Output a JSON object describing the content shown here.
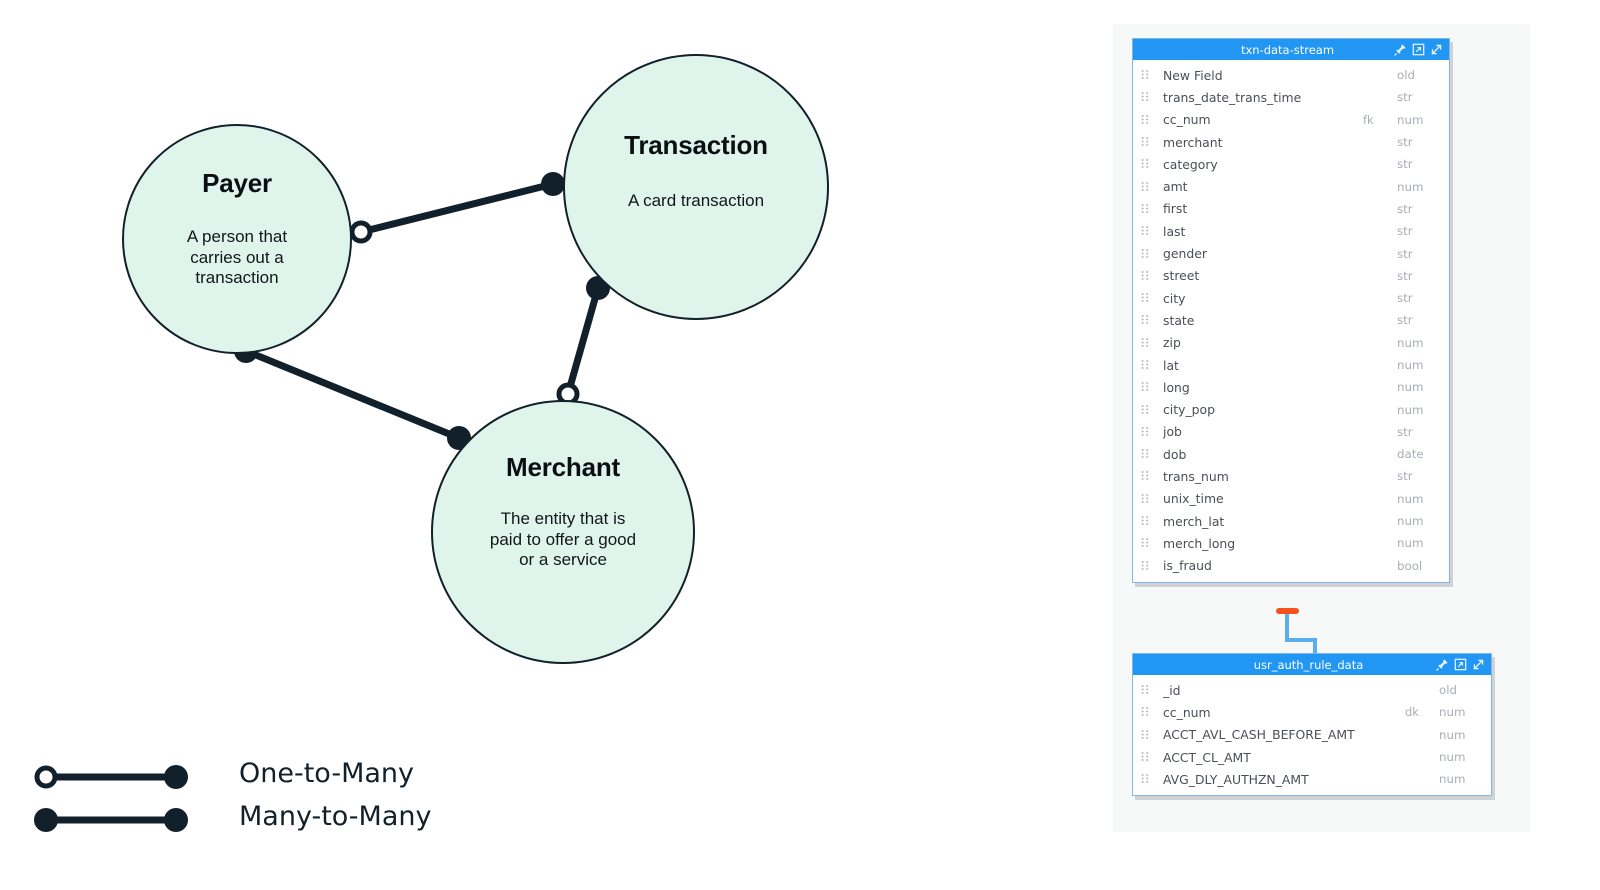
{
  "diagram": {
    "entities": [
      {
        "id": "payer",
        "title": "Payer",
        "description": "A person that carries out a transaction"
      },
      {
        "id": "transaction",
        "title": "Transaction",
        "description": "A card transaction"
      },
      {
        "id": "merchant",
        "title": "Merchant",
        "description": "The entity that is paid to offer a good or a service"
      }
    ],
    "relationships": [
      {
        "from": "payer",
        "to": "transaction",
        "type": "one-to-many"
      },
      {
        "from": "transaction",
        "to": "merchant",
        "type": "one-to-many"
      },
      {
        "from": "payer",
        "to": "merchant",
        "type": "many-to-many"
      }
    ],
    "legend": [
      {
        "label": "One-to-Many",
        "symbol": "hollow-filled"
      },
      {
        "label": "Many-to-Many",
        "symbol": "filled-filled"
      }
    ],
    "colors": {
      "entity_fill": "#dff5ec",
      "entity_stroke": "#12202b",
      "connector": "#12202b"
    }
  },
  "schema": {
    "colors": {
      "header_bg": "#2196f3",
      "border": "#7fb8e8",
      "panel_bg": "#f7f8f8",
      "connector": "#5aaef0",
      "marker_accent": "#f4511e"
    },
    "header_icons": [
      "pin-icon",
      "external-link-icon",
      "expand-icon"
    ],
    "tables": [
      {
        "id": "txn-data-stream",
        "title": "txn-data-stream",
        "fields": [
          {
            "name": "New Field",
            "key": "",
            "type": "old"
          },
          {
            "name": "trans_date_trans_time",
            "key": "",
            "type": "str"
          },
          {
            "name": "cc_num",
            "key": "fk",
            "type": "num"
          },
          {
            "name": "merchant",
            "key": "",
            "type": "str"
          },
          {
            "name": "category",
            "key": "",
            "type": "str"
          },
          {
            "name": "amt",
            "key": "",
            "type": "num"
          },
          {
            "name": "first",
            "key": "",
            "type": "str"
          },
          {
            "name": "last",
            "key": "",
            "type": "str"
          },
          {
            "name": "gender",
            "key": "",
            "type": "str"
          },
          {
            "name": "street",
            "key": "",
            "type": "str"
          },
          {
            "name": "city",
            "key": "",
            "type": "str"
          },
          {
            "name": "state",
            "key": "",
            "type": "str"
          },
          {
            "name": "zip",
            "key": "",
            "type": "num"
          },
          {
            "name": "lat",
            "key": "",
            "type": "num"
          },
          {
            "name": "long",
            "key": "",
            "type": "num"
          },
          {
            "name": "city_pop",
            "key": "",
            "type": "num"
          },
          {
            "name": "job",
            "key": "",
            "type": "str"
          },
          {
            "name": "dob",
            "key": "",
            "type": "date"
          },
          {
            "name": "trans_num",
            "key": "",
            "type": "str"
          },
          {
            "name": "unix_time",
            "key": "",
            "type": "num"
          },
          {
            "name": "merch_lat",
            "key": "",
            "type": "num"
          },
          {
            "name": "merch_long",
            "key": "",
            "type": "num"
          },
          {
            "name": "is_fraud",
            "key": "",
            "type": "bool"
          }
        ]
      },
      {
        "id": "usr_auth_rule_data",
        "title": "usr_auth_rule_data",
        "fields": [
          {
            "name": "_id",
            "key": "",
            "type": "old"
          },
          {
            "name": "cc_num",
            "key": "dk",
            "type": "num"
          },
          {
            "name": "ACCT_AVL_CASH_BEFORE_AMT",
            "key": "",
            "type": "num"
          },
          {
            "name": "ACCT_CL_AMT",
            "key": "",
            "type": "num"
          },
          {
            "name": "AVG_DLY_AUTHZN_AMT",
            "key": "",
            "type": "num"
          }
        ]
      }
    ]
  }
}
